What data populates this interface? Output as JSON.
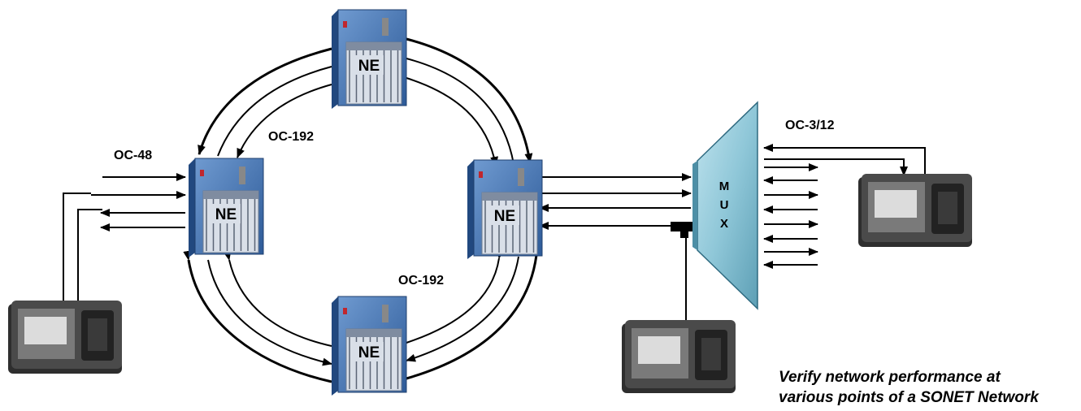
{
  "diagram": {
    "ne_label": "NE",
    "mux_label_letters": [
      "M",
      "U",
      "X"
    ],
    "labels": {
      "oc48": "OC-48",
      "oc192_top": "OC-192",
      "oc192_bottom": "OC-192",
      "oc3_12": "OC-3/12"
    },
    "caption": {
      "line1": "Verify network performance at",
      "line2": "various points of a SONET Network"
    },
    "colors": {
      "ne_front": "#3d6fb3",
      "ne_side": "#21487f",
      "ne_panel": "#d9dfe8",
      "mux_face": "#8fc7d8",
      "mux_side": "#4d8fa6",
      "tester_body": "#4a4a4a",
      "tester_screen": "#dcdcdc"
    }
  }
}
